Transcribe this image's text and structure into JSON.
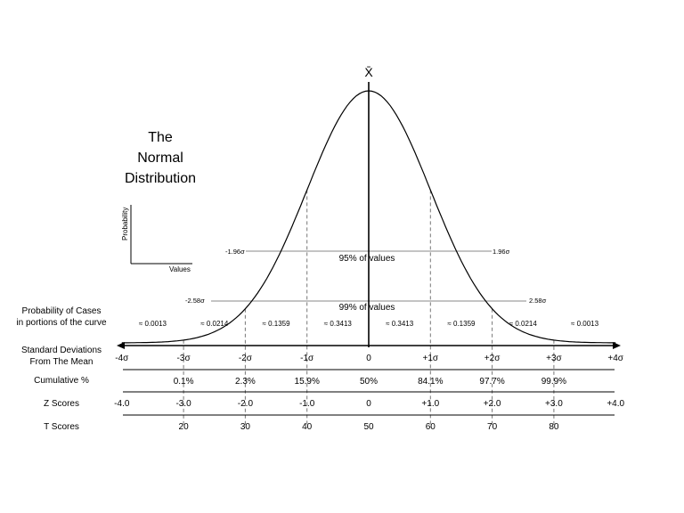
{
  "diagram": {
    "mean_symbol": "X̄",
    "title_lines": [
      "The",
      "Normal",
      "Distribution"
    ],
    "legend": {
      "y_label": "Probability",
      "x_label": "Values"
    },
    "interval_95": {
      "left": "-1.96σ",
      "right": "1.96σ",
      "label": "95% of values"
    },
    "interval_99": {
      "left": "-2.58σ",
      "right": "2.58σ",
      "label": "99% of values"
    },
    "rows": {
      "probability": {
        "label_lines": [
          "Probability of Cases",
          "in portions of the curve"
        ],
        "values": [
          "≈ 0.0013",
          "≈ 0.0214",
          "≈ 0.1359",
          "≈ 0.3413",
          "≈ 0.3413",
          "≈ 0.1359",
          "≈ 0.0214",
          "≈ 0.0013"
        ]
      },
      "std_dev": {
        "label_lines": [
          "Standard Deviations",
          "From The Mean"
        ],
        "values": [
          "-4σ",
          "-3σ",
          "-2σ",
          "-1σ",
          "0",
          "+1σ",
          "+2σ",
          "+3σ",
          "+4σ"
        ]
      },
      "cumulative": {
        "label": "Cumulative %",
        "values": [
          "0.1%",
          "2.3%",
          "15.9%",
          "50%",
          "84.1%",
          "97.7%",
          "99.9%"
        ]
      },
      "z_scores": {
        "label": "Z Scores",
        "values": [
          "-4.0",
          "-3.0",
          "-2.0",
          "-1.0",
          "0",
          "+1.0",
          "+2.0",
          "+3.0",
          "+4.0"
        ]
      },
      "t_scores": {
        "label": "T Scores",
        "values": [
          "20",
          "30",
          "40",
          "50",
          "60",
          "70",
          "80"
        ]
      }
    }
  }
}
